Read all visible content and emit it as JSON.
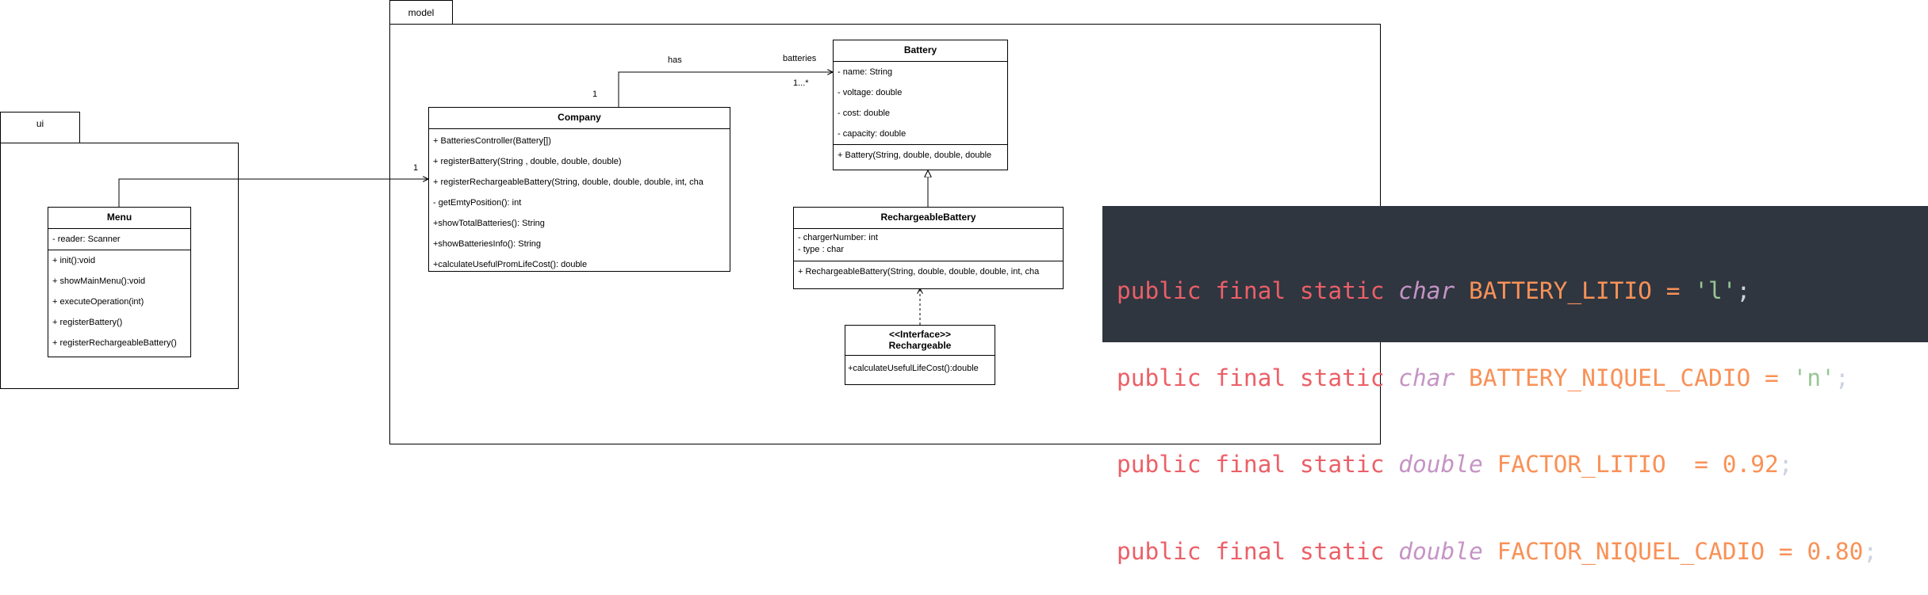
{
  "packages": {
    "ui": {
      "name": "ui"
    },
    "model": {
      "name": "model"
    }
  },
  "classes": {
    "menu": {
      "name": "Menu",
      "attributes": [
        "- reader: Scanner"
      ],
      "methods": [
        "+ init():void",
        "+ showMainMenu():void",
        "+ executeOperation(int)",
        "+ registerBattery()",
        "+ registerRechargeableBattery()"
      ]
    },
    "company": {
      "name": "Company",
      "methods": [
        "+ BatteriesController(Battery[])",
        "+ registerBattery(String , double, double, double)",
        "+ registerRechargeableBattery(String, double, double, double, int, cha",
        "- getEmtyPosition(): int",
        "+showTotalBatteries(): String",
        "+showBatteriesInfo(): String",
        "+calculateUsefulPromLifeCost(): double"
      ]
    },
    "battery": {
      "name": "Battery",
      "attributes": [
        "- name: String",
        "- voltage: double",
        "- cost: double",
        "- capacity: double"
      ],
      "methods": [
        "+ Battery(String, double, double, double"
      ]
    },
    "rechargeable_battery": {
      "name": "RechargeableBattery",
      "attributes": [
        "- chargerNumber: int",
        "- type : char"
      ],
      "methods": [
        "+ RechargeableBattery(String, double, double, double, int, cha"
      ]
    },
    "rechargeable": {
      "stereotype": "<<Interface>>",
      "name": "Rechargeable",
      "methods": [
        "+calculateUsefulLifeCost():double"
      ]
    }
  },
  "associations": {
    "menu_company_mult": "1",
    "company_battery_mult_company": "1",
    "company_battery_label": "has",
    "company_battery_role": "batteries",
    "company_battery_mult_battery": "1...*"
  },
  "code": {
    "lines": [
      {
        "mods": "public final static",
        "type": "char",
        "name": "BATTERY_LITIO",
        "op": "=",
        "value": "'l'",
        "end": ";"
      },
      {
        "mods": "public final static",
        "type": "char",
        "name": "BATTERY_NIQUEL_CADIO",
        "op": "=",
        "value": "'n'",
        "end": ";"
      },
      {
        "mods": "public final static",
        "type": "double",
        "name": "FACTOR_LITIO ",
        "op": "=",
        "value": "0.92",
        "end": ";"
      },
      {
        "mods": "public final static",
        "type": "double",
        "name": "FACTOR_NIQUEL_CADIO",
        "op": "=",
        "value": "0.80",
        "end": ";"
      }
    ],
    "colors": {
      "background": "#2f3640",
      "keyword": "#ec5f67",
      "type": "#c594c5",
      "identifier": "#f99157",
      "string": "#99c794"
    }
  }
}
